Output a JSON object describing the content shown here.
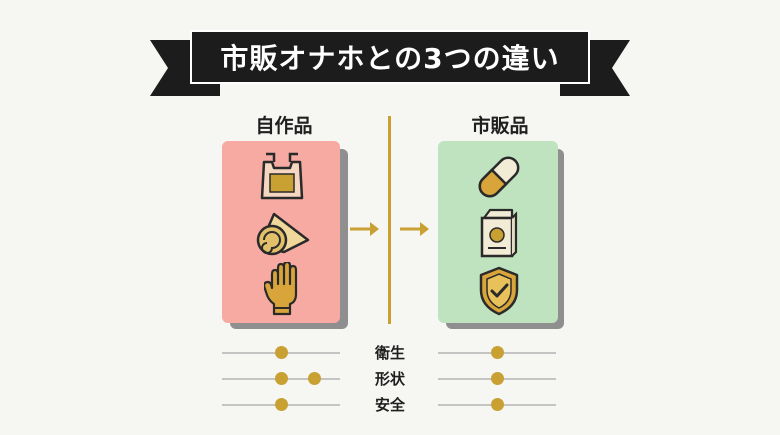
{
  "banner": {
    "title": "市販オナホとの3つの違い"
  },
  "left_column": {
    "label": "自作品",
    "card_color": "#f6aaa2",
    "icons": [
      "plastic-bag-icon",
      "towel-roll-icon",
      "rubber-glove-icon"
    ]
  },
  "right_column": {
    "label": "市販品",
    "card_color": "#bfe3bf",
    "icons": [
      "capsule-icon",
      "product-box-icon",
      "shield-check-icon"
    ]
  },
  "criteria": [
    {
      "label": "衛生",
      "left_level": 0.5,
      "right_level": 0.5,
      "left_extra_dot": false
    },
    {
      "label": "形状",
      "left_level": 0.5,
      "right_level": 0.5,
      "left_extra_dot": true
    },
    {
      "label": "安全",
      "left_level": 0.5,
      "right_level": 0.5,
      "left_extra_dot": false
    }
  ],
  "colors": {
    "accent": "#c9a032",
    "banner_bg": "#1c1c1c",
    "icon_stroke": "#2a2a2a"
  }
}
